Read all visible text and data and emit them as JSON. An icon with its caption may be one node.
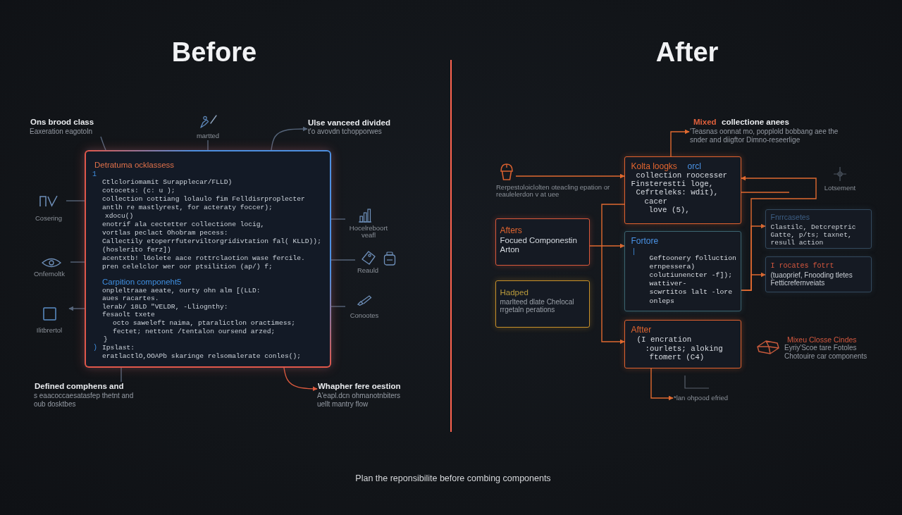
{
  "diagram": {
    "caption": "Plan the reponsibilite before combing components",
    "nodes": [
      {
        "text": [
          "Ons brood class",
          "Eaxeration eagotoln"
        ]
      },
      {
        "text": [
          "martted"
        ]
      },
      {
        "text": [
          "Ulse vanceed divided",
          "t'o avovdn tchopporwes"
        ]
      },
      {
        "text": [
          "Detratuma ocklassess",
          "1",
          "Ctlcloriomamit Surapplecar/FLLD)",
          "cotocets: (c: u );",
          "collection cottiang lolaulo fim Felldisrproplecter",
          "antlh re mastlyrest, for acteraty foccer);",
          "xdocu()",
          "enotrif ala cectetter collectione locig,",
          "vortlas peclact Ohobram pecess:",
          "Callectily etoperrfuterviltorgridivtation fal( KLLD));",
          "(hoslerito ferz])",
          "acentxtb! l6olete aace rottrclaotion wase fercile.",
          "pren celelclor wer oor ptsilition (ap/) f;",
          "Carpition componeht5",
          "onpleltraae aeate, ourty ohn alm [(LLD:",
          "aues racartes.",
          "lerab/ 18LD \"VELDR, -Lliognthy:",
          "fesaolt txete",
          "octo saweleft naima, ptaralictlon oractimess;",
          "fectet; nettont /tentalon oursend arzed;",
          "}",
          ")",
          "Ipslast:",
          "eratlactlO,OOAPb skaringe relsomalerate conles();"
        ]
      },
      {
        "text": [
          "Cosering"
        ]
      },
      {
        "text": [
          "Hocelreboort veafl"
        ]
      },
      {
        "text": [
          "Reauld"
        ]
      },
      {
        "text": [
          "Onfernoltk"
        ]
      },
      {
        "text": [
          "Ilitbrertol"
        ]
      },
      {
        "text": [
          "Conootes"
        ]
      },
      {
        "text": [
          "Defined comphens and",
          "s eaacoccaesatasfep thetnt and oub dosktbes"
        ]
      },
      {
        "text": [
          "Whapher fere oestion",
          "A'eapl.dcn ohmanotnbiters uellt mantry flow"
        ]
      },
      {
        "text": [
          "Mixed",
          "collectione anees",
          "'Teasnas oonnat mo, popplold bobbang aee the snder and diigftor Dimno-reseerlige"
        ]
      },
      {
        "text": [],
        "shape": "picture",
        "beside": [
          "Rerpestoloiclolten oteacling epation or reaulelerdon v at uee"
        ]
      },
      {
        "text": [
          "Kolta loogks",
          "orcl",
          "collection roocesser",
          "Finsterestti loge,",
          "Cefrteleks: wdit),",
          "cacer",
          "love (5),"
        ]
      },
      {
        "text": [
          "Afters",
          "Focued Componestin Arton"
        ]
      },
      {
        "text": [
          "Fortore",
          "|",
          "Geftoonery folluction",
          "ernpessera)",
          "colutiunencter -f]);",
          "wattiver-",
          "scwrtitos lalt -lore",
          "onleps"
        ]
      },
      {
        "text": [
          "Fnrrcasetes",
          "Clastilc, Detcreptric Gatte, p/ts; taxnet, resull action"
        ]
      },
      {
        "text": [
          "I rocates fotrt",
          "(tuaoprief, Fnooding tletes Fetticrefernveiats"
        ]
      },
      {
        "text": [
          "Hadped",
          "marlteed dlate Chelocal rrgetaln perations"
        ]
      },
      {
        "text": [
          "Aftter",
          "(I encration",
          ":ourlets; aloking",
          "ftomert (C4)"
        ]
      },
      {
        "text": [
          "*lan ohpood efried"
        ]
      }
    ],
    "edges": [
      {
        "from": 0,
        "to": 3,
        "arrow": "none"
      },
      {
        "from": 1,
        "to": 3,
        "arrow": "none"
      },
      {
        "from": 3,
        "to": 2,
        "arrow": "to"
      },
      {
        "from": 4,
        "to": 3,
        "arrow": "none"
      },
      {
        "from": 3,
        "to": 5,
        "arrow": "none"
      },
      {
        "from": 3,
        "to": 6,
        "arrow": "none"
      },
      {
        "from": 7,
        "to": 3,
        "arrow": "none"
      },
      {
        "from": 3,
        "to": 8,
        "arrow": "to"
      },
      {
        "from": 3,
        "to": 9,
        "arrow": "none"
      },
      {
        "from": 3,
        "to": 10,
        "arrow": "none"
      },
      {
        "from": 3,
        "to": 11,
        "arrow": "to",
        "color": "#dc5a3e"
      },
      {
        "from": 13,
        "to": 14,
        "arrow": "to",
        "color": "#e06a30"
      },
      {
        "from": 14,
        "to": 12,
        "arrow": "to",
        "color": "#e06a30"
      },
      {
        "from": 14,
        "to": 20,
        "arrow": "to",
        "color": "#e06a30"
      },
      {
        "from": 15,
        "to": 16,
        "arrow": "to",
        "color": "#e06a30"
      },
      {
        "from": 16,
        "to": 17,
        "arrow": "to",
        "color": "#e06a30"
      },
      {
        "from": 16,
        "to": 18,
        "arrow": "to",
        "color": "#e06a30"
      },
      {
        "from": 16,
        "to": 14,
        "arrow": "to",
        "color": "#e06a30"
      },
      {
        "from": 14,
        "to": null,
        "arrow": "none",
        "color": "#e06a30"
      },
      {
        "from": 20,
        "to": 21,
        "arrow": "to",
        "color": "#e06a30"
      }
    ],
    "labels": [
      "Before",
      "After",
      "Lotsement",
      "Mixeu Closse Cindes",
      "Eyriy'Scoe tare Fotoles Chotouire car components"
    ]
  }
}
